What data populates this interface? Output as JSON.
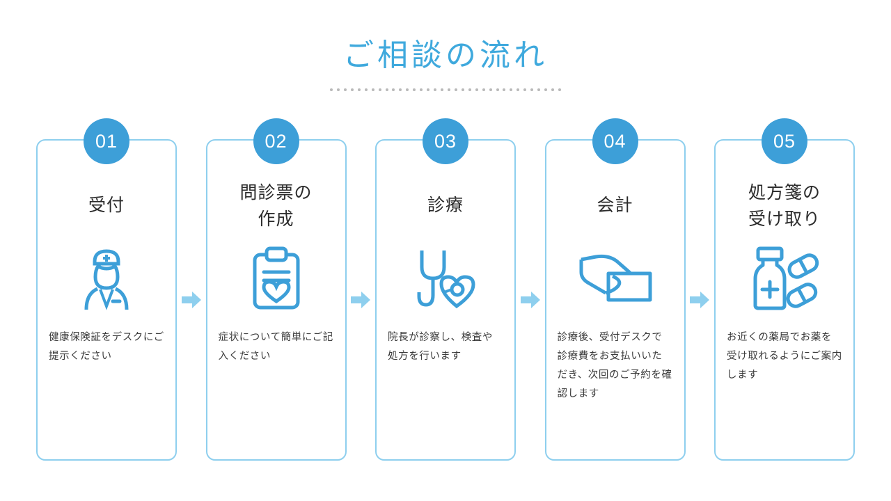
{
  "header": {
    "title": "ご相談の流れ",
    "divider_dots": 34,
    "title_color": "#3fa9dd",
    "divider_color": "#b9b9b9"
  },
  "theme": {
    "badge_color": "#3d9fd8",
    "card_border_color": "#8ecfee",
    "icon_color": "#3d9fd8",
    "arrow_color": "#8ecfee",
    "text_color": "#2b2b2b"
  },
  "arrow": {
    "icon": "arrow-right-icon",
    "count": 4
  },
  "steps": [
    {
      "number": "01",
      "title": "受付",
      "title_lines": [
        "受付"
      ],
      "icon": "nurse-icon",
      "description": "健康保険証をデスクにご提示ください"
    },
    {
      "number": "02",
      "title": "問診票の作成",
      "title_lines": [
        "問診票の",
        "作成"
      ],
      "icon": "clipboard-heart-icon",
      "description": "症状について簡単にご記入ください"
    },
    {
      "number": "03",
      "title": "診療",
      "title_lines": [
        "診療"
      ],
      "icon": "stethoscope-heart-icon",
      "description": "院長が診察し、検査や処方を行います"
    },
    {
      "number": "04",
      "title": "会計",
      "title_lines": [
        "会計"
      ],
      "icon": "hand-payment-icon",
      "description": "診療後、受付デスクで診療費をお支払いいただき、次回のご予約を確認します"
    },
    {
      "number": "05",
      "title": "処方箋の受け取り",
      "title_lines": [
        "処方箋の",
        "受け取り"
      ],
      "icon": "medicine-bottle-pills-icon",
      "description": "お近くの薬局でお薬を受け取れるようにご案内します"
    }
  ]
}
